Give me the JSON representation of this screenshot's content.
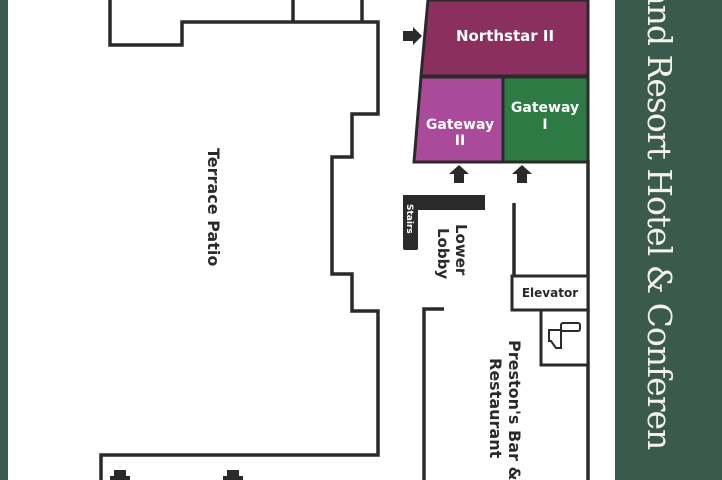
{
  "title": "and Resort Hotel & Conferen",
  "rooms": {
    "northstar": "Northstar II",
    "gateway2_line1": "Gateway",
    "gateway2_line2": "II",
    "gateway1_line1": "Gateway",
    "gateway1_line2": "I",
    "terrace": "Terrace Patio",
    "lobby_line1": "Lower",
    "lobby_line2": "Lobby",
    "stairs": "Stairs",
    "elevator": "Elevator",
    "prestons_line1": "Preston's Bar &",
    "prestons_line2": "Restaurant"
  },
  "colors": {
    "northstar": "#8b2f5e",
    "gateway2": "#a94a9a",
    "gateway1": "#2d7a45",
    "band": "#3b5a4e",
    "wall": "#2a2a2a"
  },
  "icons": [
    "arrow-right-icon",
    "arrow-up-icon",
    "restroom-icon"
  ]
}
